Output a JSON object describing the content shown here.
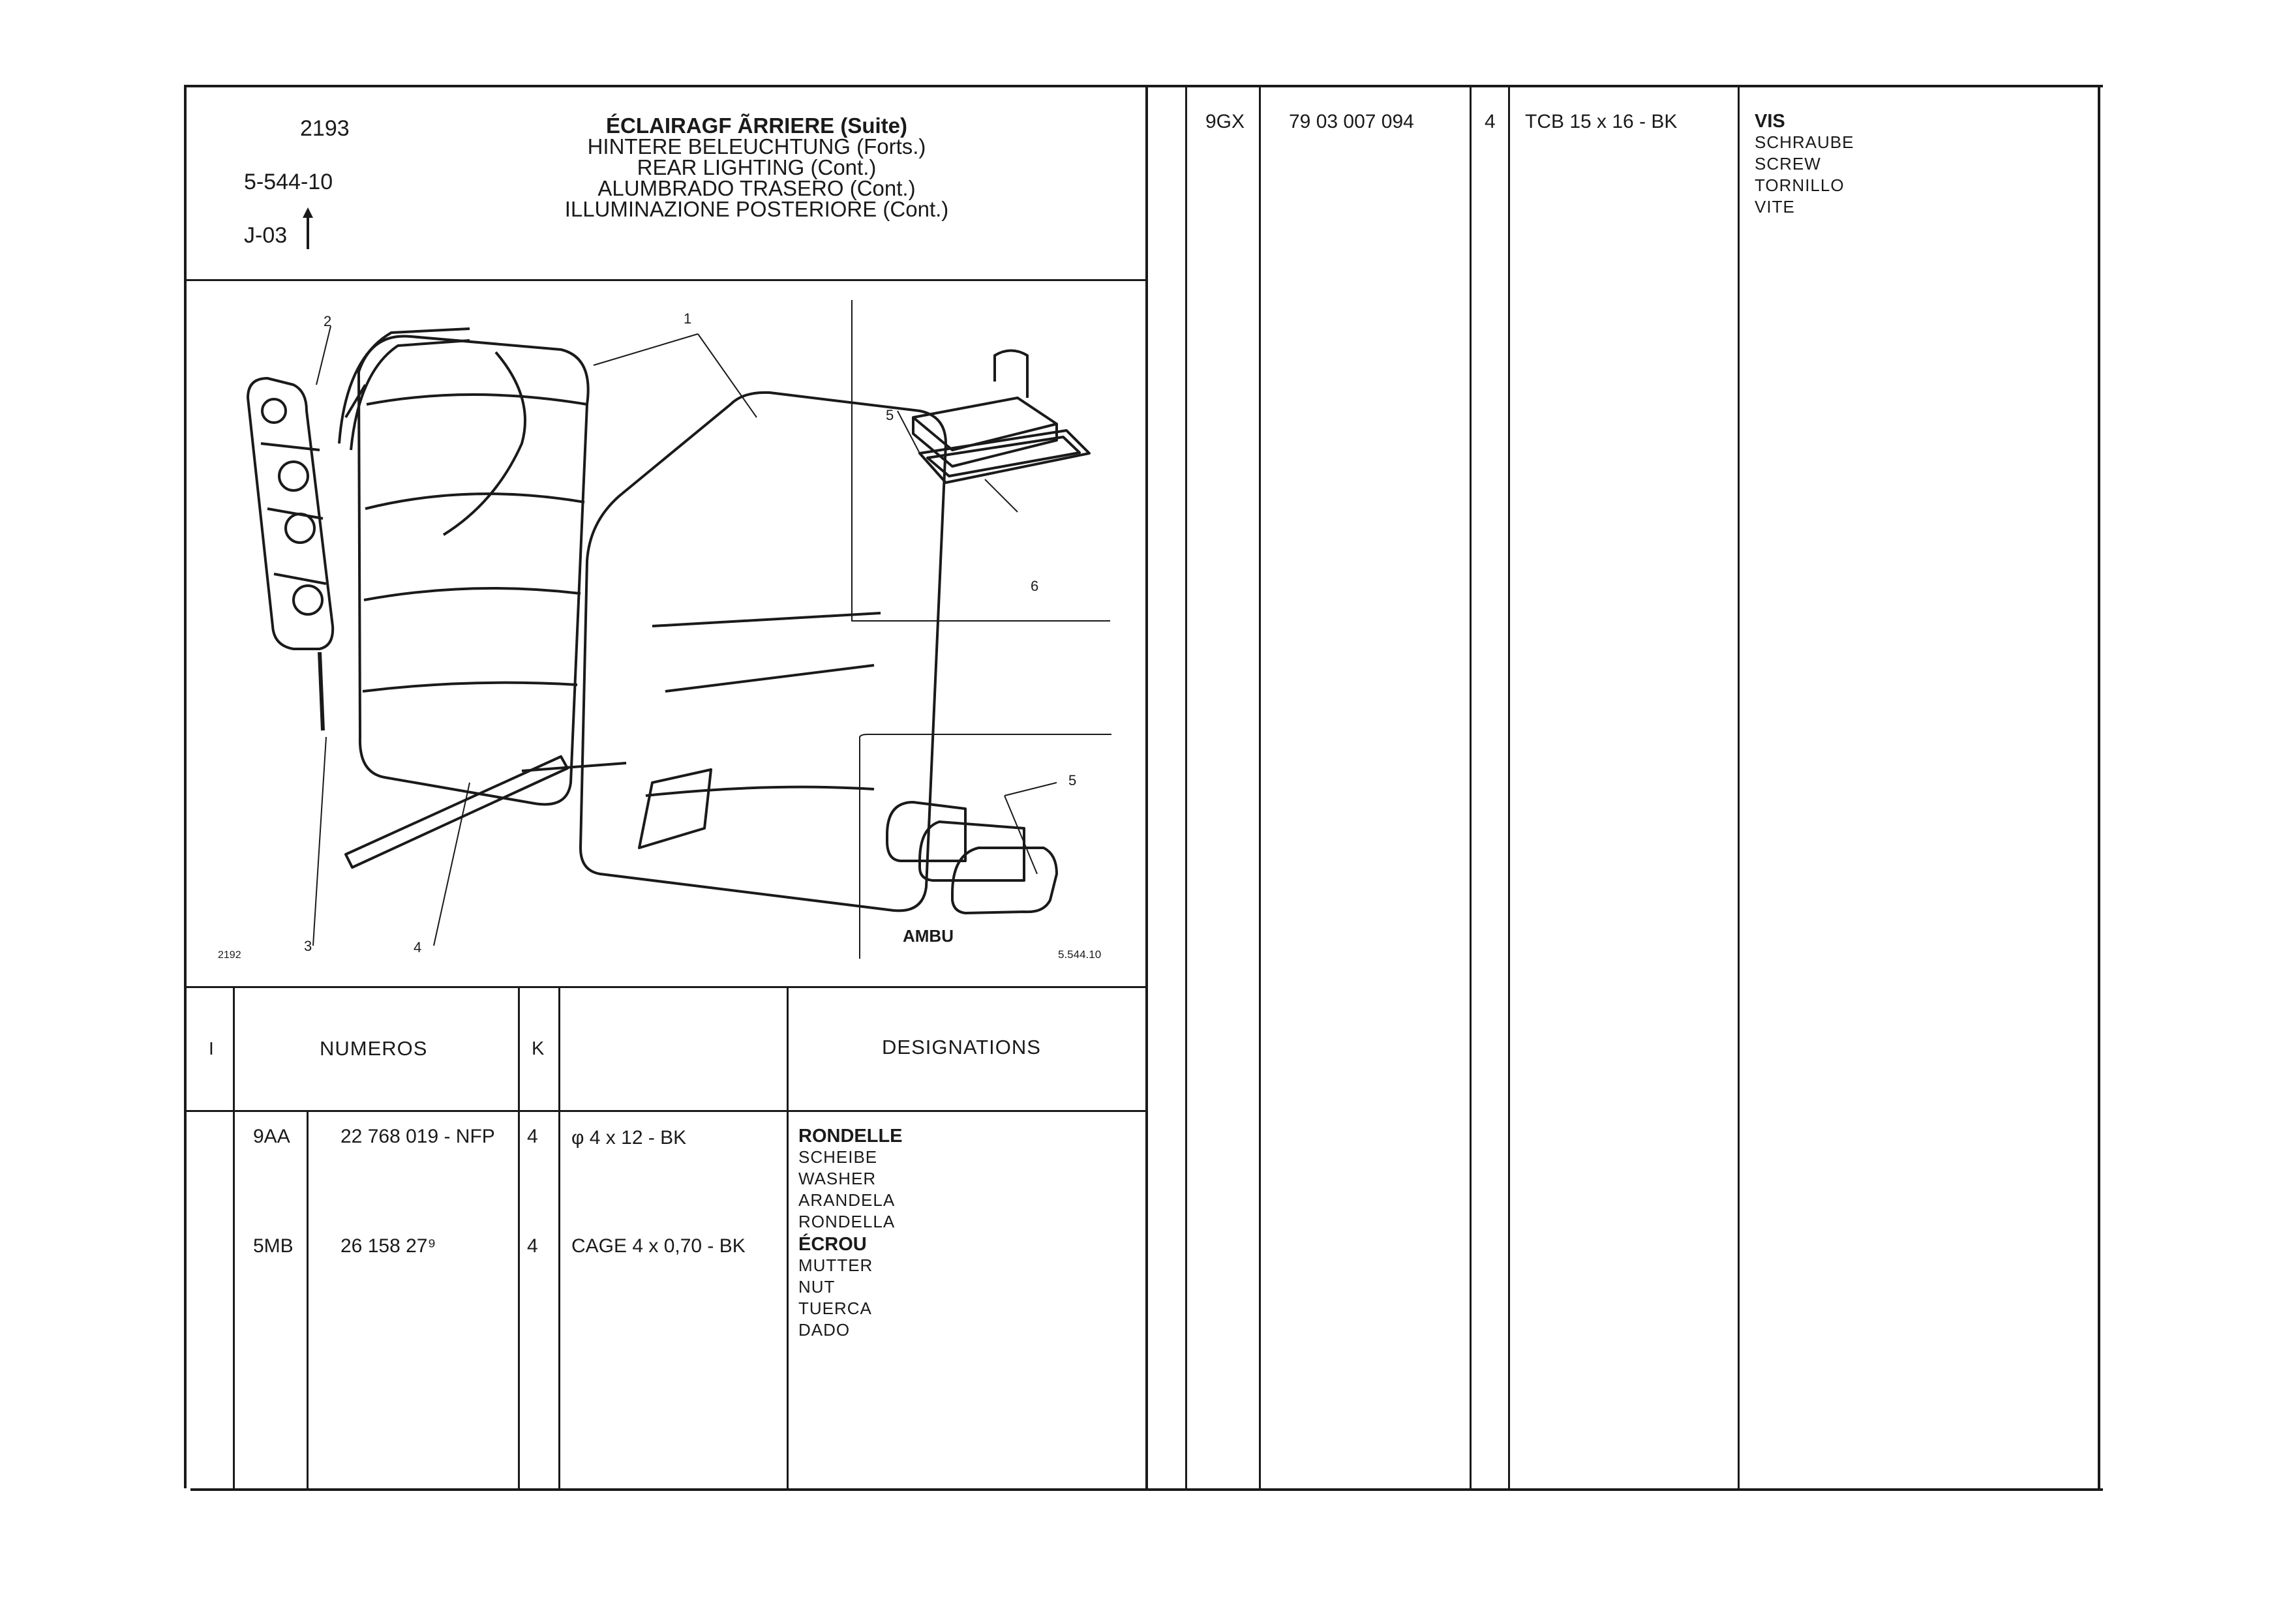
{
  "header": {
    "group": "2193",
    "ref": "5-544-10",
    "ref_j": "J-03",
    "titles": [
      "ÉCLAIRAGF ÃRRIERE (Suite)",
      "HINTERE BELEUCHTUNG (Forts.)",
      "REAR LIGHTING (Cont.)",
      "ALUMBRADO TRASERO (Cont.)",
      "ILLUMINAZIONE POSTERIORE (Cont.)"
    ]
  },
  "figure": {
    "callouts": {
      "c1": "1",
      "c2": "2",
      "c3": "3",
      "c4": "4",
      "c5a": "5",
      "c6": "6",
      "c5b": "5"
    },
    "plate_left": "2192",
    "plate_right": "5.544.10",
    "inset_label": "AMBU"
  },
  "table": {
    "headers": {
      "col_i": "I",
      "col_numeros": "NUMEROS",
      "col_k": "K",
      "col_designations": "DESIGNATIONS"
    },
    "rows": [
      {
        "code": "9AA",
        "number": "22 768 019 - NFP",
        "qty": "4",
        "spec": "φ 4 x 12 - BK",
        "desc": [
          "RONDELLE",
          "SCHEIBE",
          "WASHER",
          "ARANDELA",
          "RONDELLA"
        ]
      },
      {
        "code": "5MB",
        "number": "26 158 27⁹",
        "qty": "4",
        "spec": "CAGE 4 x 0,70 - BK",
        "desc": [
          "ÉCROU",
          "MUTTER",
          "NUT",
          "TUERCA",
          "DADO"
        ]
      }
    ]
  },
  "right_table": {
    "rows": [
      {
        "code": "9GX",
        "number": "79 03 007 094",
        "qty": "4",
        "spec": "TCB 15 x 16 - BK",
        "desc": [
          "VIS",
          "SCHRAUBE",
          "SCREW",
          "TORNILLO",
          "VITE"
        ]
      }
    ]
  }
}
